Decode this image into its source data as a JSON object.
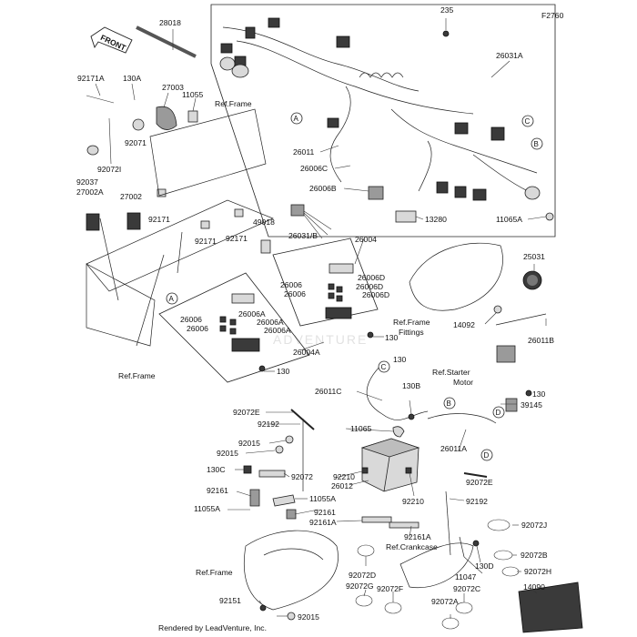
{
  "figure_id": "F2760",
  "footer": "Rendered by LeadVenture, Inc.",
  "watermark": "ADVENTURE",
  "front_arrow": "FRONT",
  "callouts": [
    "A",
    "B",
    "C",
    "D"
  ],
  "labels": {
    "p28018": "28018",
    "p235": "235",
    "p26031A": "26031A",
    "p92171A": "92171A",
    "p130A": "130A",
    "p27003": "27003",
    "p11055": "11055",
    "ref_frame_top": "Ref.Frame",
    "p92071": "92071",
    "p92072I": "92072I",
    "p92037": "92037",
    "p27002A": "27002A",
    "p27002": "27002",
    "p92171_a": "92171",
    "p92171_b": "92171",
    "p92171_c": "92171",
    "p49018": "49018",
    "p26031B": "26031/B",
    "p26011": "26011",
    "p26006C": "26006C",
    "p26006B": "26006B",
    "p13280": "13280",
    "p11065A": "11065A",
    "p26004": "26004",
    "p26006D_1": "26006D",
    "p26006_r1": "26006",
    "p26006_r2": "26006",
    "p26006D_2": "26006D",
    "p26006D_3": "26006D",
    "p130_r": "130",
    "p25031": "25031",
    "ref_frame_fittings_1": "Ref.Frame",
    "ref_frame_fittings_2": "Fittings",
    "p14092": "14092",
    "p26011B": "26011B",
    "p26006_l1": "26006",
    "p26006_l2": "26006",
    "p26006A_1": "26006A",
    "p26006A_2": "26006A",
    "p26006A_3": "26006A",
    "p26004A": "26004A",
    "p130_l": "130",
    "p130_mid": "130",
    "ref_frame_left": "Ref.Frame",
    "ref_starter_1": "Ref.Starter",
    "ref_starter_2": "Motor",
    "p130_starter": "130",
    "p26011C": "26011C",
    "p130B": "130B",
    "p39145": "39145",
    "p92072E_1": "92072E",
    "p92192_1": "92192",
    "p11065": "11065",
    "p26011A": "26011A",
    "p92015_1": "92015",
    "p92015_2": "92015",
    "p92072": "92072",
    "p130C": "130C",
    "p92210_1": "92210",
    "p26012": "26012",
    "p92072E_2": "92072E",
    "p92161_1": "92161",
    "p11055A_1": "11055A",
    "p11055A_2": "11055A",
    "p92161_2": "92161",
    "p92161A_1": "92161A",
    "p92210_2": "92210",
    "p92192_2": "92192",
    "p92072J": "92072J",
    "p92161A_2": "92161A",
    "ref_crankcase": "Ref.Crankcase",
    "ref_frame_bottom": "Ref.Frame",
    "p11047": "11047",
    "p130D": "130D",
    "p92072B": "92072B",
    "p92072H": "92072H",
    "p92072D": "92072D",
    "p14090": "14090",
    "p92151": "92151",
    "p92072G": "92072G",
    "p92072F": "92072F",
    "p92072C": "92072C",
    "p92072A": "92072A",
    "p92015_3": "92015"
  }
}
